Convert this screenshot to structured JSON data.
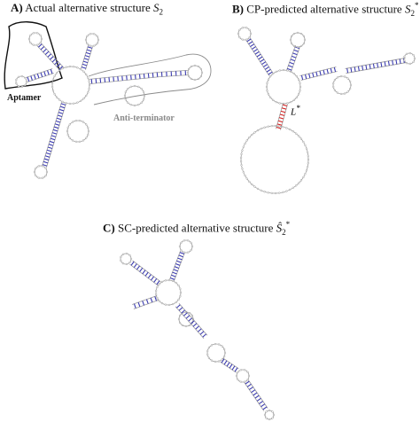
{
  "panels": [
    {
      "letter": "A)",
      "text": "Actual alternative structure ",
      "symbol": "S",
      "sub": "2",
      "sup": ""
    },
    {
      "letter": "B)",
      "text": "CP-predicted alternative structure ",
      "symbol": "S",
      "sub": "2",
      "sup": "*"
    },
    {
      "letter": "C)",
      "text": "SC-predicted alternative structure ",
      "symbol": "Ŝ",
      "sub": "2",
      "sup": "*"
    }
  ],
  "annotations": {
    "aptamer": "Aptamer",
    "anti_terminator": "Anti-terminator",
    "linker_symbol": "L",
    "linker_sup": "*"
  },
  "colors": {
    "backbone": "#9a9a9a",
    "base_pair": "#3b3bb0",
    "highlight_pair": "#d01818",
    "aptamer_outline": "#111111",
    "anti_terminator_outline": "#8a8a8a",
    "anti_terminator_text": "#8a8a8a"
  }
}
